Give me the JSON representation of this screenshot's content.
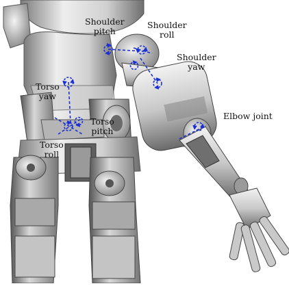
{
  "labels": {
    "shoulder_pitch": [
      "Shoulder",
      "pitch"
    ],
    "shoulder_roll": [
      "Shoulder",
      "roll"
    ],
    "shoulder_yaw": [
      "Shoulder",
      "yaw"
    ],
    "elbow_joint": "Elbow joint",
    "torso_yaw": [
      "Torso",
      "yaw"
    ],
    "torso_pitch": [
      "Torso",
      "pitch"
    ],
    "torso_roll": [
      "Torso",
      "roll"
    ]
  },
  "colors": {
    "axis": "#1a2fd6",
    "metal_light": "#eeeeee",
    "metal_mid": "#b9b9b9",
    "metal_dark": "#5a5a5a",
    "background": "#ffffff"
  },
  "icons": [
    "rotation-axis-icon"
  ]
}
